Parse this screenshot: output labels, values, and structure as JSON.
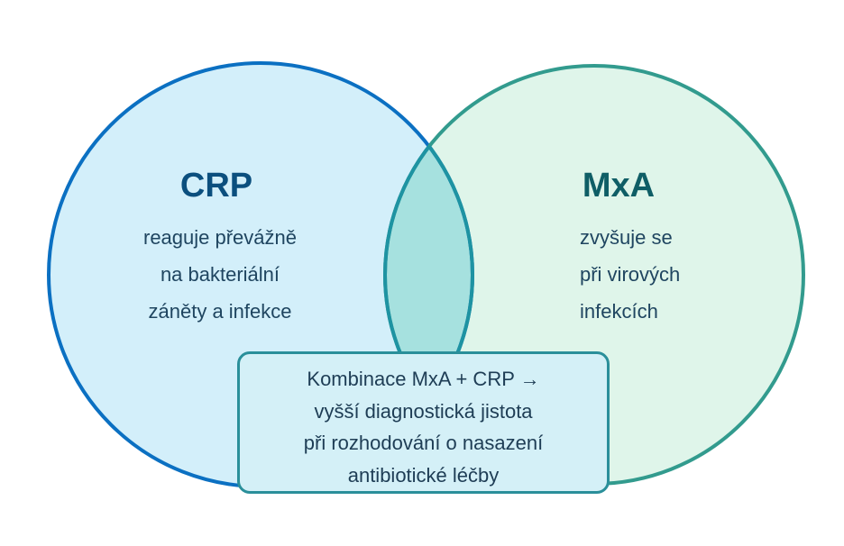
{
  "colors": {
    "crp_fill": "#d3effa",
    "crp_stroke": "#0b70c2",
    "mxa_fill": "#dff5ea",
    "mxa_stroke": "#329b8e",
    "overlap_fill": "#a6e1df",
    "overlap_stroke": "#1e93a2",
    "crp_title": "#0b4f7e",
    "mxa_title": "#0f5e66"
  },
  "crp": {
    "title": "CRP",
    "lines": [
      "reaguje převážně",
      "na bakteriální",
      "záněty a infekce"
    ]
  },
  "mxa": {
    "title": "MxA",
    "lines": [
      "zvyšuje se",
      "při virových",
      "infekcích"
    ]
  },
  "combined": {
    "lines": [
      "Kombinace MxA + CRP →",
      "vyšší diagnostická jistota",
      "při rozhodování o nasazení",
      "antibiotické léčby"
    ]
  }
}
